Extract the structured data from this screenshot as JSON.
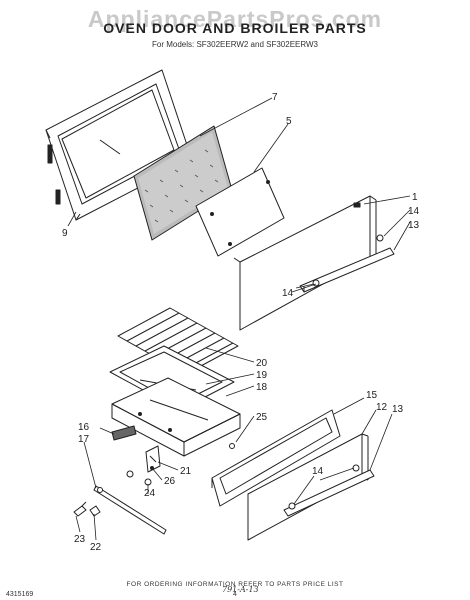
{
  "watermark": "AppliancePartsPros.com",
  "title": "OVEN DOOR AND BROILER PARTS",
  "subtitle": "For Models: SF302EERW2 and SF302EERW3",
  "callouts": {
    "c1": "1",
    "c5": "5",
    "c7": "7",
    "c9": "9",
    "c13a": "13",
    "c13b": "13",
    "c14a": "14",
    "c14b": "14",
    "c14c": "14",
    "c12": "12",
    "c15": "15",
    "c16": "16",
    "c17": "17",
    "c18": "18",
    "c19": "19",
    "c20": "20",
    "c21": "21",
    "c22": "22",
    "c23": "23",
    "c24": "24",
    "c25": "25",
    "c26": "26"
  },
  "footer": {
    "ordering_note": "FOR ORDERING INFORMATION REFER TO PARTS PRICE LIST",
    "doc_number": "4315169",
    "page_number": "4",
    "handwritten": "791-A-13"
  }
}
